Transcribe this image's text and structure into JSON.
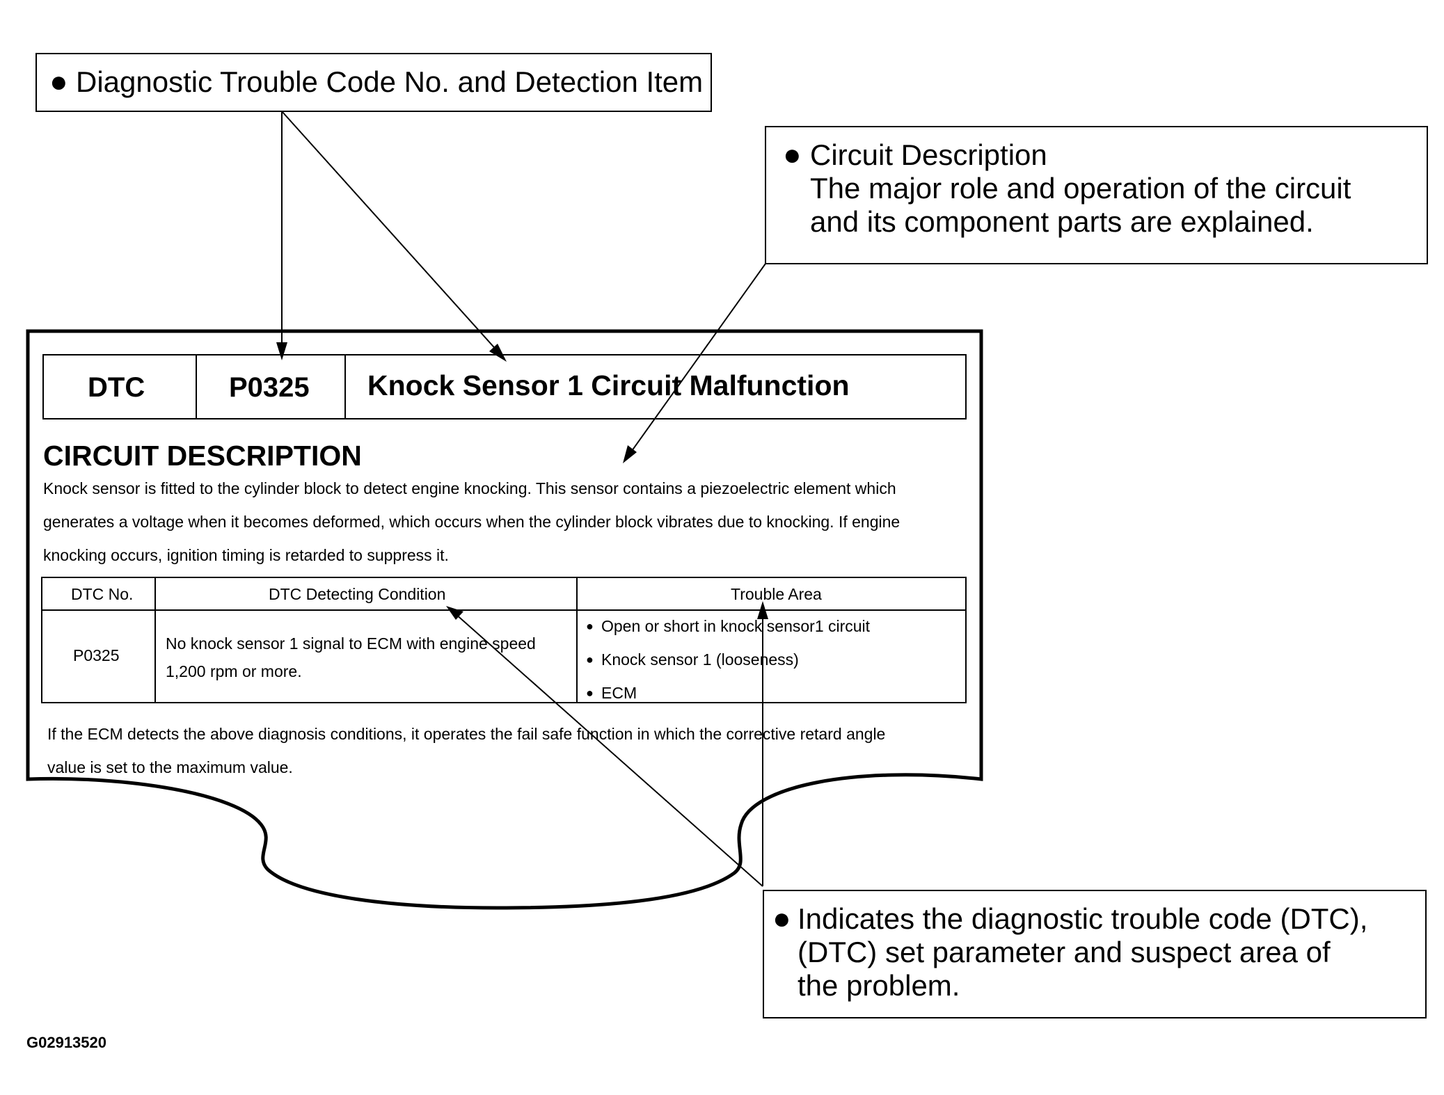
{
  "callouts": {
    "dtc_item": {
      "bullet": "●",
      "text": "Diagnostic Trouble Code No. and Detection Item"
    },
    "circuit_description": {
      "bullet": "●",
      "lines": [
        "Circuit Description",
        "The major role and operation of the circuit",
        "and its component parts are explained."
      ]
    },
    "indicates": {
      "bullet": "●",
      "lines": [
        "Indicates the diagnostic trouble code (DTC),",
        "(DTC) set parameter and suspect area of",
        "the problem."
      ]
    }
  },
  "document": {
    "header": {
      "dtc_label": "DTC",
      "dtc_code": "P0325",
      "title": "Knock Sensor 1 Circuit Malfunction"
    },
    "section_title": "CIRCUIT DESCRIPTION",
    "description_lines": [
      "Knock sensor is fitted to the cylinder block to detect engine knocking. This sensor contains a piezoelectric element which",
      "generates a voltage when it becomes deformed, which occurs when the cylinder block vibrates due to knocking. If engine",
      "knocking occurs, ignition timing is retarded to suppress it."
    ],
    "table": {
      "headers": [
        "DTC No.",
        "DTC Detecting Condition",
        "Trouble Area"
      ],
      "row": {
        "dtc_no": "P0325",
        "condition_lines": [
          "No knock sensor 1 signal to ECM with engine speed",
          "1,200 rpm or more."
        ],
        "trouble_areas": [
          "Open or short in knock sensor1 circuit",
          "Knock sensor 1 (looseness)",
          "ECM"
        ],
        "bullet": "●"
      }
    },
    "footer_lines": [
      "If the ECM detects the above diagnosis conditions, it operates the fail safe function in which the corrective retard angle",
      "value is set to the maximum value."
    ]
  },
  "figure_id": "G02913520"
}
